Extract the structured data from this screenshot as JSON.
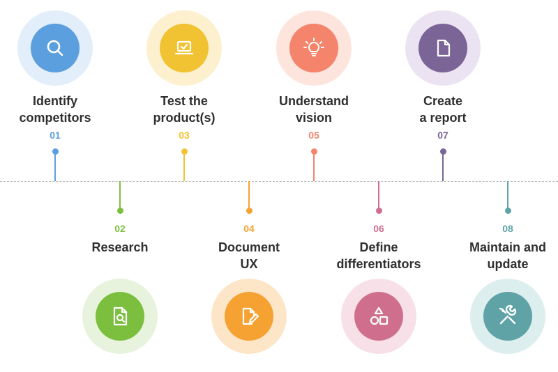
{
  "steps": [
    {
      "number": "01",
      "lines": [
        "Identify",
        "competitors"
      ],
      "icon": "search-icon",
      "color": "#5b9fdf",
      "halo": "#e2eefa",
      "side": "top"
    },
    {
      "number": "02",
      "lines": [
        "Research"
      ],
      "icon": "document-search-icon",
      "color": "#7cbf3f",
      "halo": "#e8f3dd",
      "side": "bottom"
    },
    {
      "number": "03",
      "lines": [
        "Test the",
        "product(s)"
      ],
      "icon": "laptop-check-icon",
      "color": "#f1c232",
      "halo": "#fdf0cf",
      "side": "top"
    },
    {
      "number": "04",
      "lines": [
        "Document",
        "UX"
      ],
      "icon": "document-edit-icon",
      "color": "#f6a233",
      "halo": "#fde6c8",
      "side": "bottom"
    },
    {
      "number": "05",
      "lines": [
        "Understand",
        "vision"
      ],
      "icon": "lightbulb-icon",
      "color": "#f4846b",
      "halo": "#fde4dd",
      "side": "top"
    },
    {
      "number": "06",
      "lines": [
        "Define",
        "differentiators"
      ],
      "icon": "shapes-icon",
      "color": "#cf6f8d",
      "halo": "#f7e0e7",
      "side": "bottom"
    },
    {
      "number": "07",
      "lines": [
        "Create",
        "a report"
      ],
      "icon": "document-icon",
      "color": "#7a6596",
      "halo": "#ebe3f2",
      "side": "top"
    },
    {
      "number": "08",
      "lines": [
        "Maintain and",
        "update"
      ],
      "icon": "tools-icon",
      "color": "#5fa3a6",
      "halo": "#ddeeef",
      "side": "bottom"
    }
  ]
}
